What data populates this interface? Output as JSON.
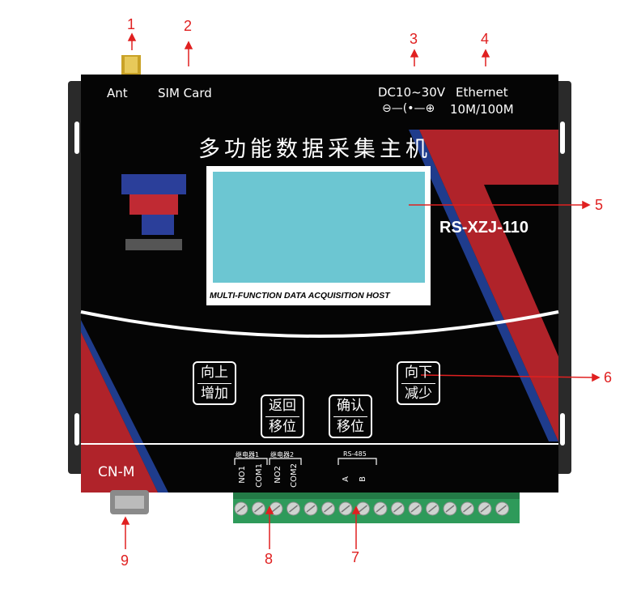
{
  "device": {
    "title_cn": "多功能数据采集主机",
    "model": "RS-XZJ-110",
    "screen_caption": "MULTI-FUNCTION DATA ACQUISITION HOST",
    "ports_top": {
      "ant": "Ant",
      "sim": "SIM  Card",
      "power": "DC10~30V",
      "power_polarity": "⊖—(•—⊕",
      "ethernet": "Ethernet",
      "ethernet_speed": "10M/100M"
    },
    "buttons": [
      {
        "line1": "向上",
        "line2": "增加"
      },
      {
        "line1": "返回",
        "line2": "移位"
      },
      {
        "line1": "确认",
        "line2": "移位"
      },
      {
        "line1": "向下",
        "line2": "减少"
      }
    ],
    "connector": "CN-M",
    "terminals": {
      "relay1": "继电器1",
      "relay2": "继电器2",
      "rs485": "RS-485",
      "no1": "NO1",
      "com1": "COM1",
      "no2": "NO2",
      "com2": "COM2",
      "a": "A",
      "b": "B"
    },
    "screw_count": 16
  },
  "callouts": [
    "1",
    "2",
    "3",
    "4",
    "5",
    "6",
    "7",
    "8",
    "9"
  ],
  "colors": {
    "body": "#050505",
    "red": "#b0232a",
    "blue": "#1f3c8c",
    "screen": "#6cc6d2",
    "terminal": "#2e9a5a",
    "callout": "#e02020"
  }
}
